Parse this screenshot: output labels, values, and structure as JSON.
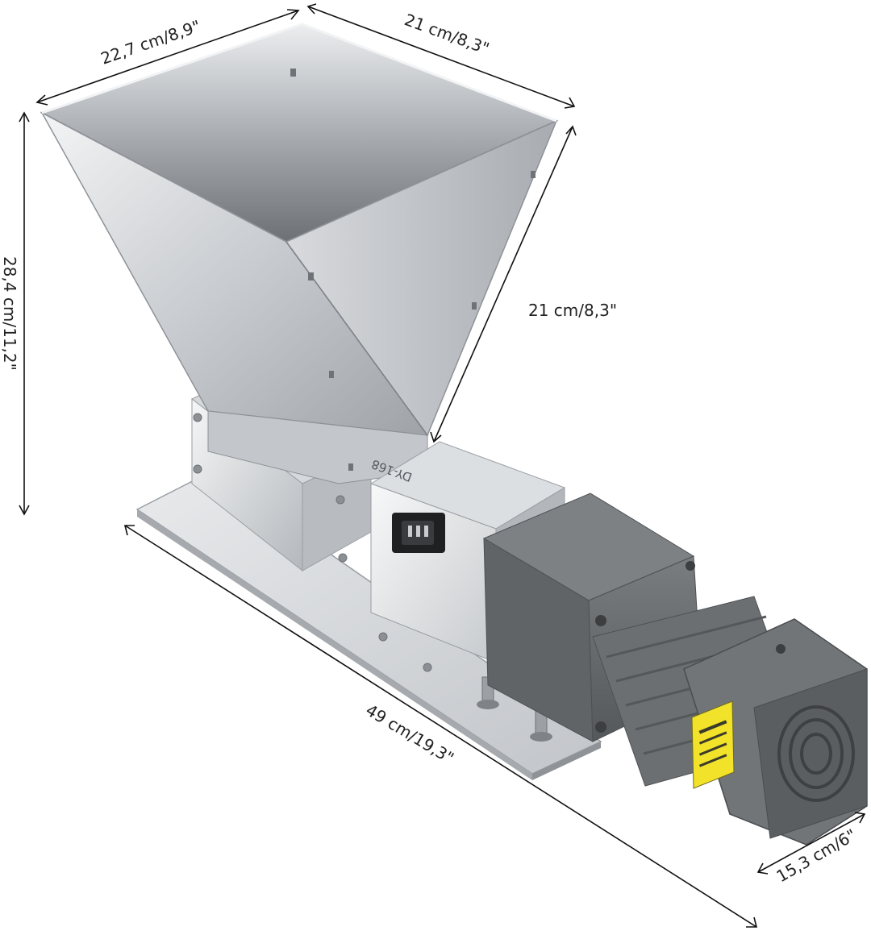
{
  "dimensions": {
    "hopper_depth": "22,7 cm/8,9\"",
    "hopper_width": "21 cm/8,3\"",
    "hopper_side": "21 cm/8,3\"",
    "height": "28,4 cm/11,2\"",
    "length": "49 cm/19,3\"",
    "base_width": "15,3 cm/6\""
  },
  "product": {
    "housing_label": "DY-168"
  },
  "colors": {
    "steel_light": "#e4e6e8",
    "steel_mid": "#b9bcc0",
    "steel_dark": "#8e9297",
    "motor": "#6a6d70",
    "motor_dark": "#4e5154",
    "warning": "#f2e22a",
    "line": "#111111"
  }
}
